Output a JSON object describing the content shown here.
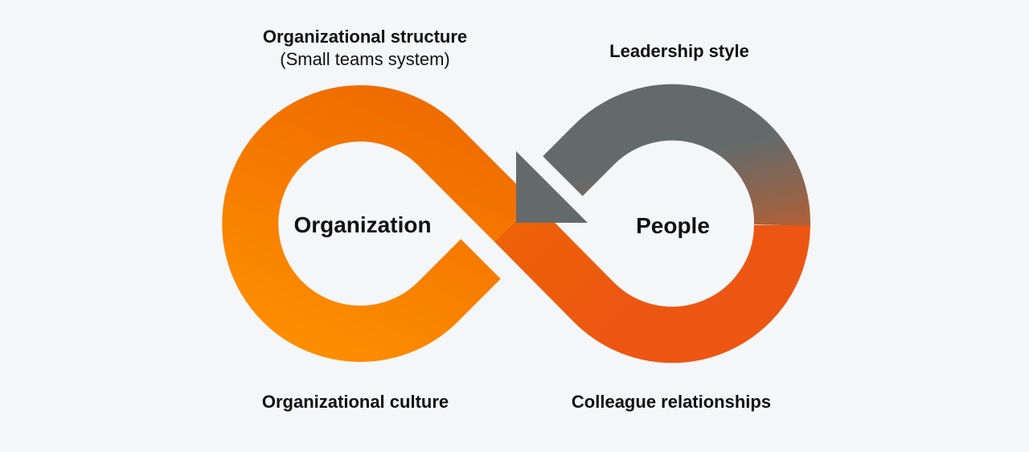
{
  "diagram": {
    "labels": {
      "structure": "Organizational structure",
      "structure_sub": "(Small teams system)",
      "leadership": "Leadership style",
      "culture": "Organizational culture",
      "colleagues": "Colleague relationships"
    },
    "nodes": {
      "left": "Organization",
      "right": "People"
    },
    "colors": {
      "background": "#f5f6f8",
      "orange_light": "#ff9100",
      "orange_mid": "#f06a00",
      "orange_dark": "#ec5a12",
      "gray_arrow": "#646a6a",
      "text": "#111111"
    }
  }
}
